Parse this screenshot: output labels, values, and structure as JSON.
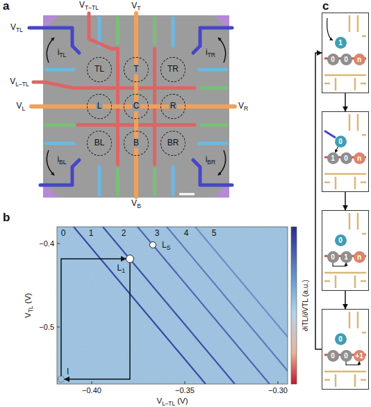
{
  "diagram": {
    "nodes": [
      {
        "text": [
          "TL"
        ]
      },
      {
        "text": [
          "T"
        ]
      },
      {
        "text": [
          "TR"
        ]
      },
      {
        "text": [
          "L"
        ]
      },
      {
        "text": [
          "C"
        ]
      },
      {
        "text": [
          "R"
        ]
      },
      {
        "text": [
          "BL"
        ]
      },
      {
        "text": [
          "B"
        ]
      },
      {
        "text": [
          "BR"
        ]
      },
      {
        "text": [
          "L1"
        ]
      },
      {
        "text": [
          "LS"
        ]
      },
      {
        "text": [
          "I"
        ]
      },
      {
        "text": []
      },
      {
        "text": [
          "1"
        ],
        "in": 12
      },
      {
        "text": [
          "0"
        ],
        "in": 12
      },
      {
        "text": [
          "0"
        ],
        "in": 12
      },
      {
        "text": [
          "n"
        ],
        "in": 12
      },
      {
        "text": []
      },
      {
        "text": [
          "0"
        ],
        "in": 17
      },
      {
        "text": [
          "1"
        ],
        "in": 17
      },
      {
        "text": [
          "0"
        ],
        "in": 17
      },
      {
        "text": [
          "n"
        ],
        "in": 17
      },
      {
        "text": []
      },
      {
        "text": [
          "0"
        ],
        "in": 22
      },
      {
        "text": [
          "0"
        ],
        "in": 22
      },
      {
        "text": [
          "1"
        ],
        "in": 22
      },
      {
        "text": [
          "n"
        ],
        "in": 22
      },
      {
        "text": []
      },
      {
        "text": [
          "0"
        ],
        "in": 27
      },
      {
        "text": [
          "0"
        ],
        "in": 27
      },
      {
        "text": [
          "0"
        ],
        "in": 27
      },
      {
        "text": [
          "+1"
        ],
        "in": 27
      }
    ],
    "edges": [
      {
        "from": 11,
        "to": 9,
        "arrow": "to"
      },
      {
        "from": 9,
        "to": 11,
        "arrow": "to"
      },
      {
        "from": 12,
        "to": 17,
        "arrow": "to"
      },
      {
        "from": 17,
        "to": 22,
        "arrow": "to"
      },
      {
        "from": 22,
        "to": 27,
        "arrow": "to"
      },
      {
        "from": 27,
        "to": 12,
        "arrow": "to"
      },
      {
        "from": 18,
        "to": 19,
        "arrow": "to"
      },
      {
        "from": 24,
        "to": 25,
        "arrow": "to"
      },
      {
        "from": 30,
        "to": 31,
        "arrow": "to"
      }
    ],
    "labels": [
      "a",
      "VTL",
      "VT–TL",
      "VT",
      "VL–TL",
      "VL",
      "VR",
      "VB",
      "iTL",
      "iTR",
      "iBL",
      "iBR",
      "b",
      "0",
      "1",
      "2",
      "3",
      "4",
      "5",
      "−0.4",
      "−0.5",
      "−0.40",
      "−0.35",
      "−0.30",
      "VTL (V)",
      "VL–TL (V)",
      "∂iTL/∂VTL (a.u.)",
      "c"
    ]
  }
}
